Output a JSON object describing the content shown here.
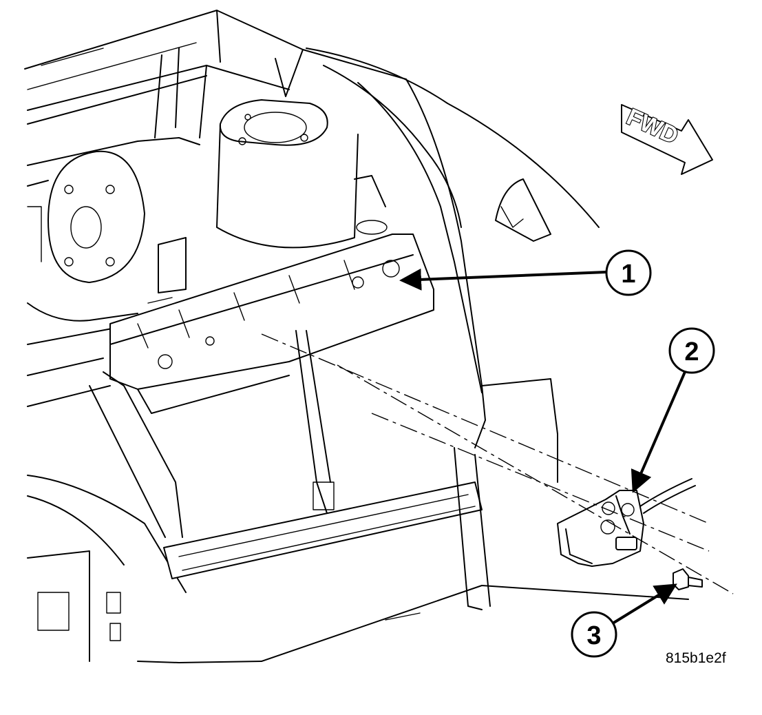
{
  "direction_label": "FWD",
  "callouts": [
    {
      "number": "1",
      "part": "radiator-closure-panel"
    },
    {
      "number": "2",
      "part": "hood-latch"
    },
    {
      "number": "3",
      "part": "bolt"
    }
  ],
  "figure_code": "815b1e2f",
  "colors": {
    "line": "#000000",
    "background": "#ffffff"
  }
}
